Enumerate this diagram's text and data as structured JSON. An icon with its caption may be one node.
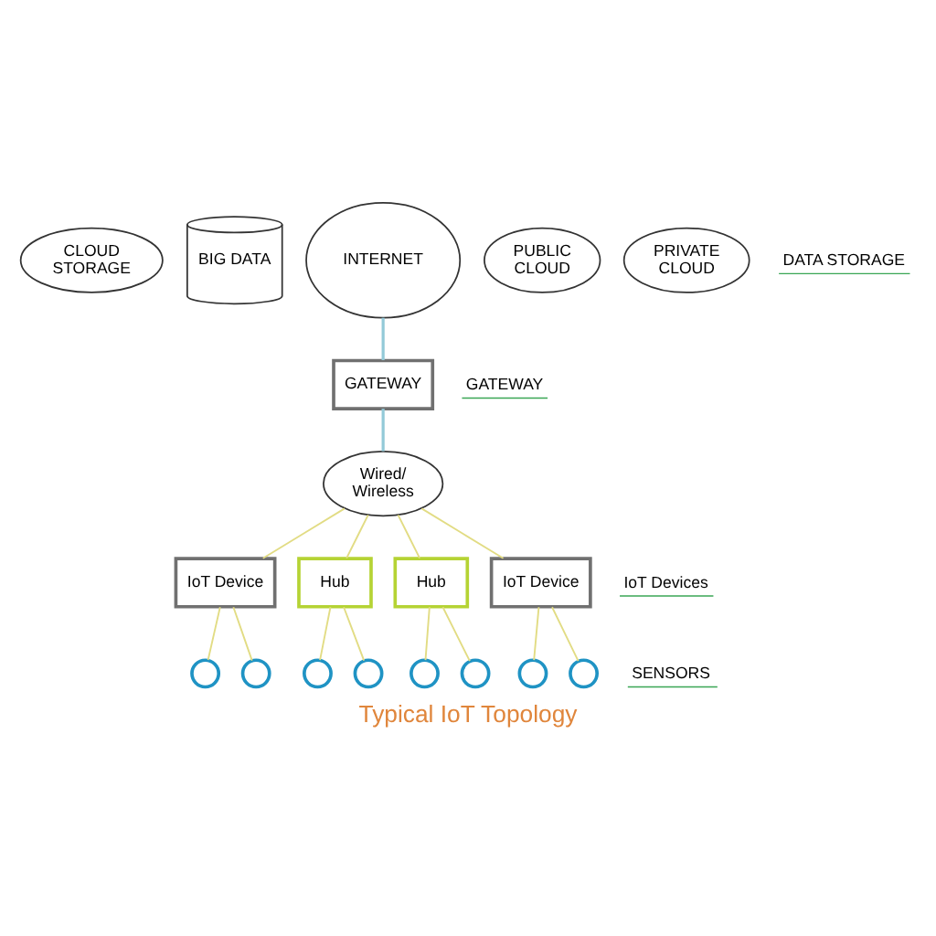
{
  "diagram": {
    "caption": "Typical IoT Topology",
    "nodes": [
      {
        "text": [
          "CLOUD STORAGE"
        ]
      },
      {
        "text": [
          "INTERNET"
        ]
      },
      {
        "text": [
          "PUBLIC CLOUD"
        ]
      },
      {
        "text": [
          "BIG DATA"
        ]
      },
      {
        "text": [
          "PRIVATE CLOUD"
        ]
      },
      {
        "text": [
          "GATEWAY"
        ]
      },
      {
        "text": [
          "Wired/ Wireless"
        ]
      },
      {
        "text": [
          "IoT Device"
        ]
      },
      {
        "text": [
          "Hub"
        ]
      },
      {
        "text": [
          "Hub"
        ]
      },
      {
        "text": [
          "IoT Device"
        ]
      },
      {
        "text": [],
        "shape": "circle"
      },
      {
        "text": [],
        "shape": "circle"
      },
      {
        "text": [],
        "shape": "circle"
      },
      {
        "text": [],
        "shape": "circle"
      },
      {
        "text": [],
        "shape": "circle"
      },
      {
        "text": [],
        "shape": "circle"
      },
      {
        "text": [],
        "shape": "circle"
      },
      {
        "text": [],
        "shape": "circle"
      }
    ],
    "edges": [
      {
        "from": 1,
        "to": 5,
        "arrow": "none",
        "color": "#93cad8"
      },
      {
        "from": 5,
        "to": 6,
        "arrow": "none",
        "color": "#93cad8"
      },
      {
        "from": 6,
        "to": 7,
        "arrow": "none"
      },
      {
        "from": 6,
        "to": 8,
        "arrow": "none"
      },
      {
        "from": 6,
        "to": 9,
        "arrow": "none"
      },
      {
        "from": 6,
        "to": 10,
        "arrow": "none"
      },
      {
        "from": 7,
        "to": 11,
        "arrow": "none"
      },
      {
        "from": 7,
        "to": 12,
        "arrow": "none"
      },
      {
        "from": 8,
        "to": 13,
        "arrow": "none"
      },
      {
        "from": 8,
        "to": 14,
        "arrow": "none"
      },
      {
        "from": 9,
        "to": 15,
        "arrow": "none"
      },
      {
        "from": 9,
        "to": 16,
        "arrow": "none"
      },
      {
        "from": 10,
        "to": 17,
        "arrow": "none"
      },
      {
        "from": 10,
        "to": 18,
        "arrow": "none"
      }
    ],
    "labels": [
      "DATA STORAGE",
      "GATEWAY",
      "IoT Devices",
      "SENSORS"
    ]
  }
}
